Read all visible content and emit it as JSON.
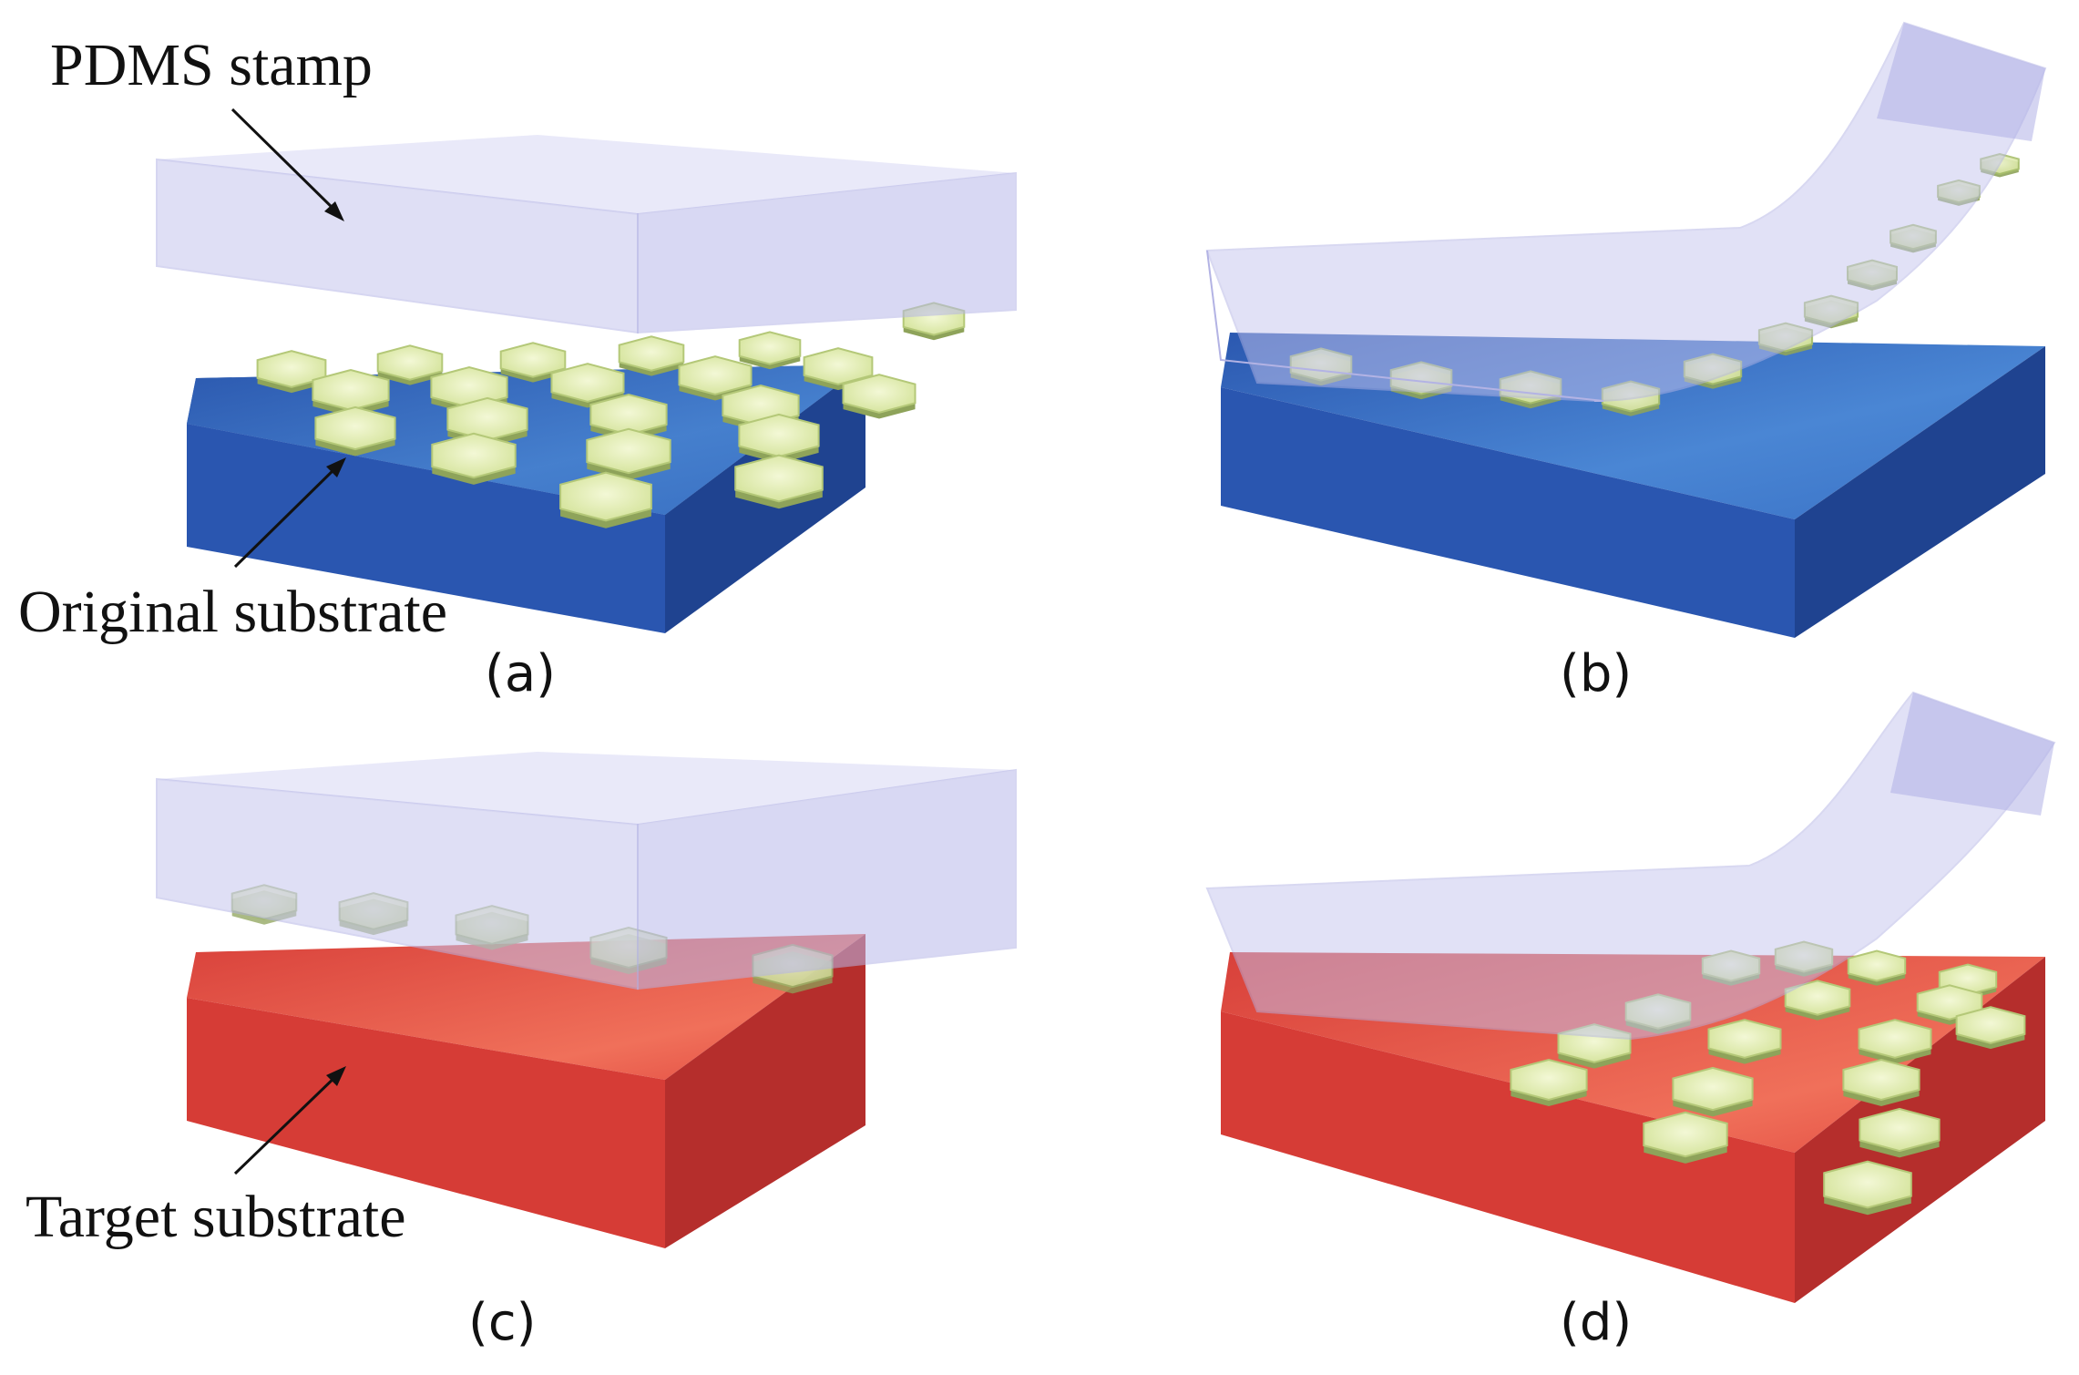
{
  "labels": {
    "pdms_stamp": "PDMS stamp",
    "original_substrate": "Original substrate",
    "target_substrate": "Target substrate"
  },
  "panels": [
    {
      "id": "a",
      "caption": "(a)"
    },
    {
      "id": "b",
      "caption": "(b)"
    },
    {
      "id": "c",
      "caption": "(c)"
    },
    {
      "id": "d",
      "caption": "(d)"
    }
  ],
  "colors": {
    "original_substrate": "#2f5fb8",
    "target_substrate": "#e0463f",
    "pdms_stamp": "#c9c9f0",
    "hexagon_structures": "#dfecb2",
    "background": "#ffffff"
  }
}
